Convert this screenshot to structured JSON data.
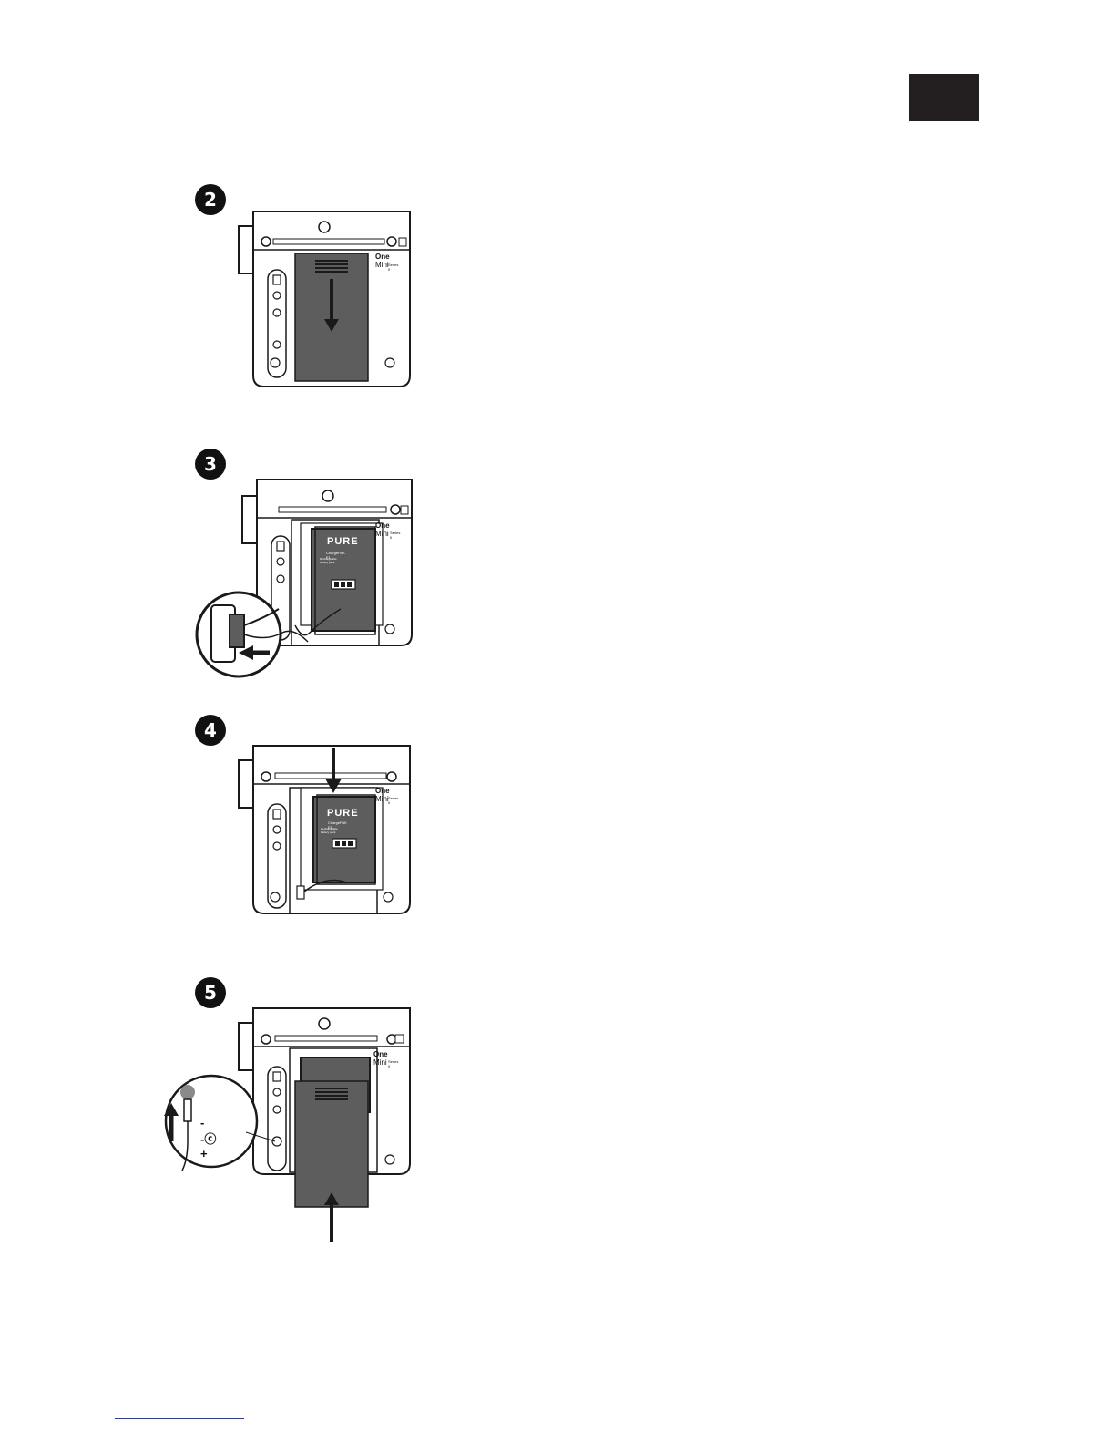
{
  "steps": [
    {
      "number": "2"
    },
    {
      "number": "3"
    },
    {
      "number": "4"
    },
    {
      "number": "5"
    }
  ],
  "device": {
    "brand_bold": "One",
    "brand_light": "Mini",
    "series": "Series II",
    "port_labels": [
      "⇠",
      "⌧",
      "⌧",
      "⏻"
    ]
  },
  "battery": {
    "brand": "PURE",
    "model": "ChargePAK E1",
    "subtitle": "Rechargeable battery pack"
  },
  "dc_symbol": "- -ⓒ +",
  "colors": {
    "panel_dark": "#5d5d5d",
    "outline": "#1a1a1a",
    "corner_tab": "#231f20",
    "link": "#1a3ccf"
  }
}
